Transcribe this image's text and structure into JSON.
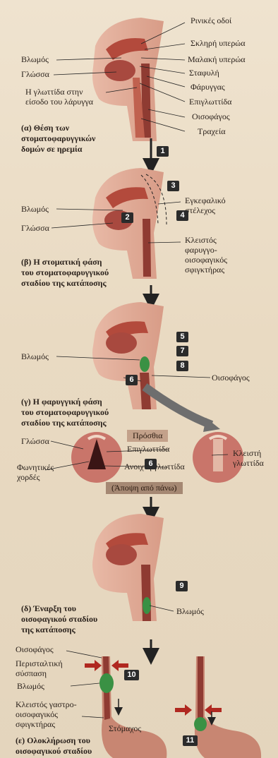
{
  "panel_a": {
    "labels": {
      "nasal": "Ρινικές οδοί",
      "hard_palate": "Σκληρή υπερώα",
      "bolus": "Βλωμός",
      "soft_palate": "Μαλακή υπερώα",
      "tongue": "Γλώσσα",
      "uvula": "Σταφυλή",
      "glottis_line1": "Η γλωττίδα στην",
      "glottis_line2": "είσοδο του λάρυγγα",
      "pharynx": "Φάρυγγας",
      "epiglottis": "Επιγλωττίδα",
      "esophagus": "Οισοφάγος",
      "trachea": "Τραχεία"
    },
    "caption_line1": "(α) Θέση των",
    "caption_line2": "στοματοφαρυγγικών",
    "caption_line3": "δομών σε ηρεμία"
  },
  "panel_b": {
    "labels": {
      "brainstem_line1": "Εγκεφαλικό",
      "brainstem_line2": "στέλεχος",
      "bolus": "Βλωμός",
      "tongue": "Γλώσσα",
      "closed_line1": "Κλειστός",
      "closed_line2": "φαρυγγο-",
      "closed_line3": "οισοφαγικός",
      "closed_line4": "σφιγκτήρας"
    },
    "caption_line1": "(β) Η στοματική φάση",
    "caption_line2": "του στοματοφαρυγγικού",
    "caption_line3": "σταδίου της κατάποσης"
  },
  "panel_c": {
    "labels": {
      "bolus": "Βλωμός",
      "esophagus": "Οισοφάγος"
    },
    "caption_line1": "(γ) Η φαρυγγική φάση",
    "caption_line2": "του στοματοφαρυγγικού",
    "caption_line3": "σταδίου της κατάποσης"
  },
  "top_view": {
    "front": "Πρόσθια",
    "tongue": "Γλώσσα",
    "epiglottis": "Επιγλωττίδα",
    "closed_line1": "Κλειστή",
    "closed_line2": "γλωττίδα",
    "vocal_line1": "Φωνητικές",
    "vocal_line2": "χορδές",
    "open_glottis": "Ανοιχτή γλωττίδα",
    "caption": "(Άποψη από πάνω)"
  },
  "panel_d": {
    "labels": {
      "bolus": "Βλωμός"
    },
    "caption_line1": "(δ) Έναρξη του",
    "caption_line2": "οισοφαγικού σταδίου",
    "caption_line3": "της κατάποσης"
  },
  "panel_e": {
    "labels": {
      "esophagus": "Οισοφάγος",
      "peristaltic_line1": "Περισταλτική",
      "peristaltic_line2": "σύσπαση",
      "bolus": "Βλωμός",
      "gastro_line1": "Κλειστός γαστρο-",
      "gastro_line2": "οισοφαγικός",
      "gastro_line3": "σφιγκτήρας",
      "stomach": "Στόμαχος"
    },
    "caption_line1": "(ε) Ολοκλήρωση του",
    "caption_line2": "οισοφαγικού σταδίου"
  },
  "numbers": [
    "1",
    "2",
    "3",
    "4",
    "5",
    "6",
    "6",
    "7",
    "8",
    "9",
    "10",
    "11"
  ],
  "colors": {
    "tissue": "#c98f7c",
    "muscle": "#b5453a",
    "bolus": "#2f8a3a",
    "arrow": "#b02820",
    "cavity": "#7a2a2a"
  }
}
